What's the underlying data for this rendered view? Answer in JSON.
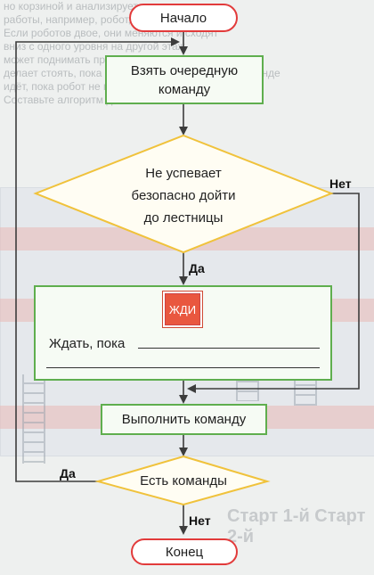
{
  "flowchart": {
    "start": "Начало",
    "take_command": [
      "Взять очередную",
      "команду"
    ],
    "decision": [
      "Не успевает",
      "безопасно дойти",
      "до лестницы"
    ],
    "yes_label_1": "Да",
    "no_label_1": "Нет",
    "wait_block": "ЖДИ",
    "wait_until": "Ждать, пока",
    "execute_command": "Выполнить команду",
    "has_commands": "Есть команды",
    "yes_label_2": "Да",
    "no_label_2": "Нет",
    "end": "Конец"
  },
  "background": {
    "lines": [
      "но корзиной и анализирует, не попадется ли",
      "работы, например, робот, у которого на",
      "Если роботов двое, они меняются и сходят",
      "вниз с одного уровня на другой этаж",
      "может поднимать предмет, и поэтому",
      "делает стоять, пока робот не пройдёт. По этой команде",
      "идёт, пока робот не пройдёт мимо",
      "Составьте алгоритм движения исполнителя"
    ],
    "start_labels": "Старт 1-й    Старт 2-й"
  },
  "colors": {
    "terminal_border": "#e23b3b",
    "process_border": "#5fae4e",
    "decision_border": "#f0c23b",
    "wait_fill": "#e9573f",
    "arrow": "#3c3c3c"
  }
}
